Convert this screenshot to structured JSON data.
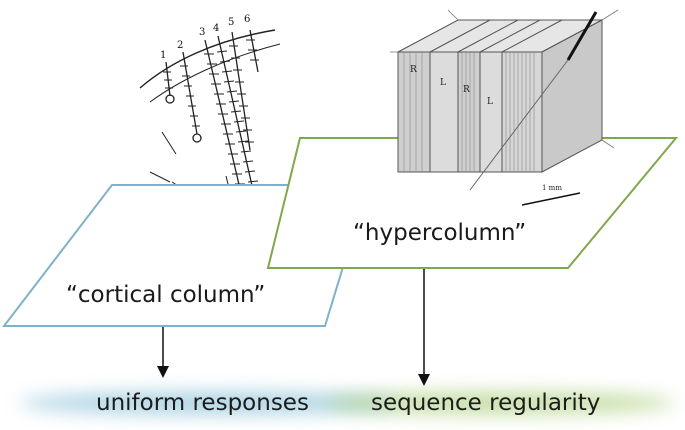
{
  "planes": {
    "hypercolumn": {
      "label": "“hypercolumn”",
      "color": "#7fa84a"
    },
    "cortical_column": {
      "label": "“cortical column”",
      "color": "#7fb2c9"
    }
  },
  "outcomes": {
    "uniform_responses": {
      "label": "uniform responses",
      "glow_color": "#8ec3d9"
    },
    "sequence_regularity": {
      "label": "sequence regularity",
      "glow_color": "#a9cf7c"
    }
  },
  "electrode_sketch": {
    "track_numbers": [
      "1",
      "2",
      "3",
      "4",
      "5",
      "6"
    ]
  },
  "block_illustration": {
    "slab_labels": [
      "R",
      "L",
      "R",
      "L"
    ],
    "scale_label": "1 mm"
  }
}
